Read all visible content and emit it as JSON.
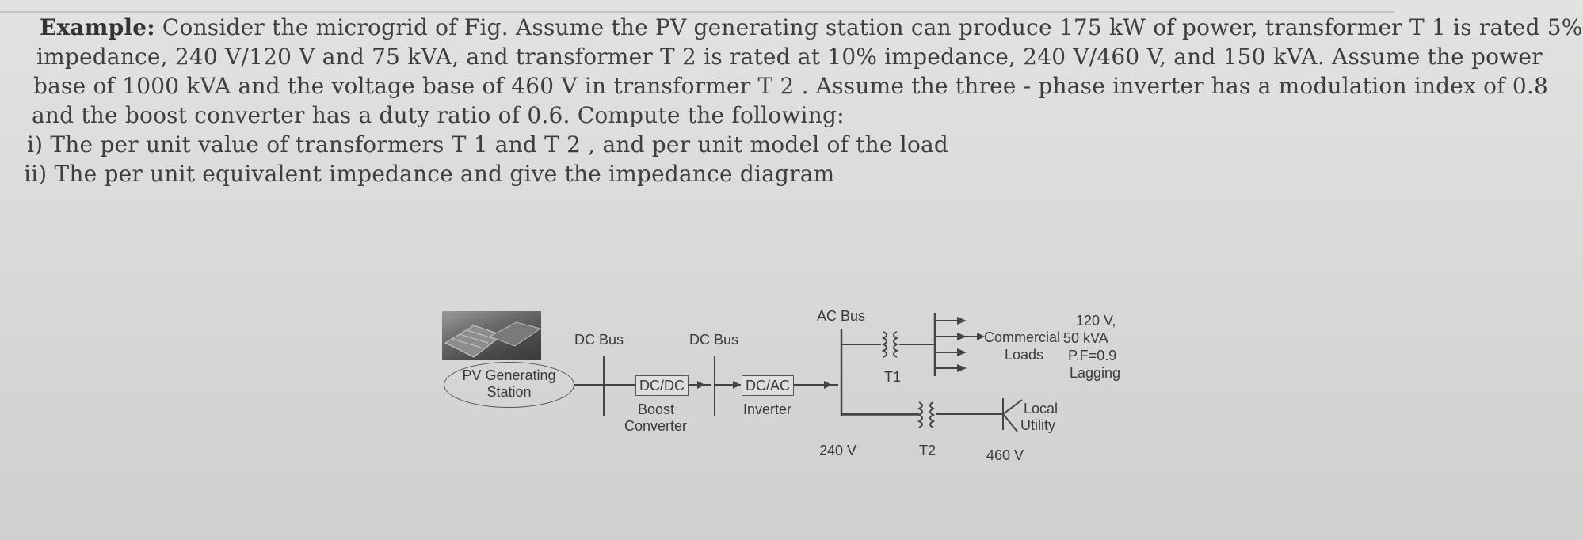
{
  "problem": {
    "lead": "Example:",
    "line0_rest": " Consider the microgrid of Fig. Assume the PV generating station can produce 175 kW of power, transformer T 1 is rated 5%",
    "line1": "impedance, 240 V/120 V and 75 kVA, and transformer T 2 is rated at 10% impedance, 240 V/460 V, and 150 kVA. Assume the power",
    "line2": "base of 1000 kVA and the voltage base of 460 V in transformer T 2 . Assume the three - phase inverter has a modulation index of 0.8",
    "line3": "and the boost converter has a duty ratio of 0.6. Compute the following:",
    "line4": "i) The per unit value of transformers T 1 and T 2 , and per unit model of the load",
    "line5": "ii) The per unit equivalent impedance and give the impedance diagram"
  },
  "figure": {
    "pv_station": [
      "PV Generating",
      "Station"
    ],
    "dc_bus_1": "DC Bus",
    "dc_bus_2": "DC Bus",
    "dcdc": "DC/DC",
    "dcdc_caption": [
      "Boost",
      "Converter"
    ],
    "dcac": "DC/AC",
    "dcac_caption": "Inverter",
    "ac_bus": "AC Bus",
    "t1": "T1",
    "t2": "T2",
    "v240": "240 V",
    "v460": "460 V",
    "loads": [
      "Commercial",
      "Loads"
    ],
    "load_specs": [
      "120 V,",
      "50 kVA",
      "P.F=0.9",
      "Lagging"
    ],
    "utility": [
      "Local",
      "Utility"
    ]
  }
}
